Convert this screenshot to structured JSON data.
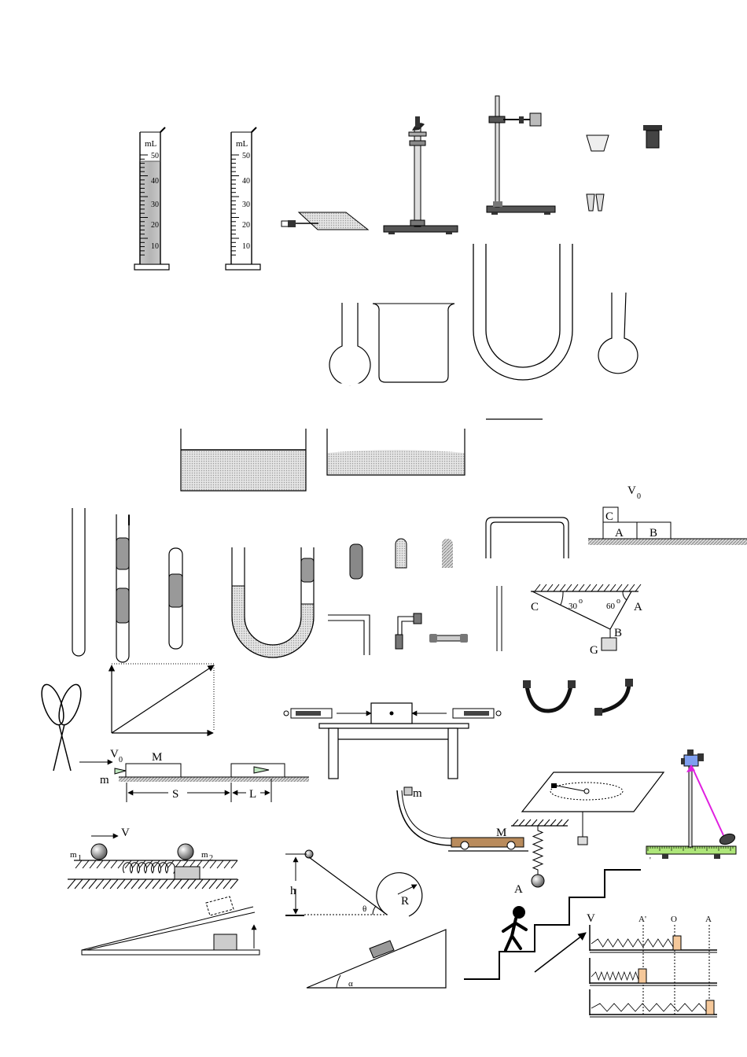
{
  "cylinder_left": {
    "unit": "mL",
    "ticks": [
      "50",
      "40",
      "30",
      "20",
      "10"
    ]
  },
  "cylinder_right": {
    "unit": "mL",
    "ticks": [
      "50",
      "40",
      "30",
      "20",
      "10"
    ]
  },
  "blocks_abc": {
    "v0": "V",
    "v0_sub": "0",
    "c": "C",
    "a": "A",
    "b": "B"
  },
  "triangle": {
    "c": "C",
    "a": "A",
    "b": "B",
    "g": "G",
    "angle1": "30",
    "angle2": "60",
    "deg": "o"
  },
  "slide_setup": {
    "v0": "V",
    "v0_sub": "0",
    "mass_big": "M",
    "mass_small": "m",
    "dist_s": "S",
    "dist_l": "L"
  },
  "spring_balls": {
    "v": "V",
    "m1": "m",
    "m1_sub": "1",
    "m2": "m",
    "m2_sub": "2"
  },
  "ramp_loop": {
    "h": "h",
    "theta": "θ",
    "r": "R"
  },
  "incline": {
    "alpha": "α"
  },
  "curved_track": {
    "m": "m",
    "mass_big": "M",
    "a": "A"
  },
  "oscillator": {
    "v": "V",
    "a_prime": "A'",
    "o": "O",
    "a": "A"
  }
}
